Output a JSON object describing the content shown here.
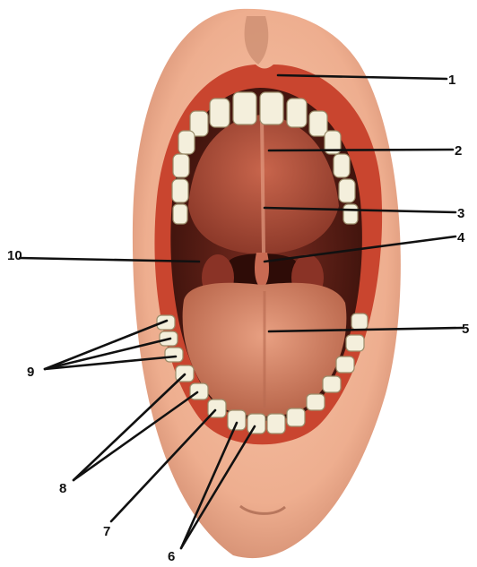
{
  "labels": [
    {
      "id": "l1",
      "text": "1"
    },
    {
      "id": "l2",
      "text": "2"
    },
    {
      "id": "l3",
      "text": "3"
    },
    {
      "id": "l4",
      "text": "4"
    },
    {
      "id": "l5",
      "text": "5"
    },
    {
      "id": "l6",
      "text": "6"
    },
    {
      "id": "l7",
      "text": "7"
    },
    {
      "id": "l8",
      "text": "8"
    },
    {
      "id": "l9",
      "text": "9"
    },
    {
      "id": "l10",
      "text": "10"
    }
  ],
  "colors": {
    "skin": "#f2b89a",
    "skin_shadow": "#d9957a",
    "lip": "#c9452f",
    "mouth_cavity": "#5a2018",
    "palate": "#b3543f",
    "tongue": "#d98b6c",
    "teeth": "#f4efdc",
    "tooth_edge": "#9a8c6a",
    "line": "#111111"
  }
}
